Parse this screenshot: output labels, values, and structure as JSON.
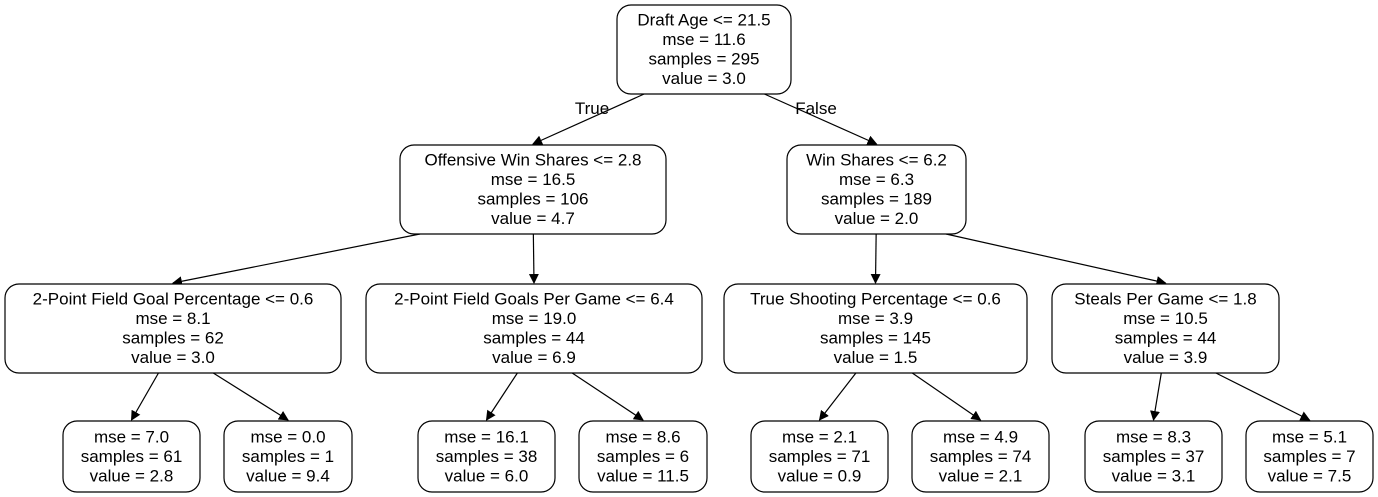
{
  "tree": {
    "nodes": [
      {
        "id": "root",
        "lines": [
          "Draft Age <= 21.5",
          "mse = 11.6",
          "samples = 295",
          "value = 3.0"
        ]
      },
      {
        "id": "n1",
        "lines": [
          "Offensive Win Shares <= 2.8",
          "mse = 16.5",
          "samples = 106",
          "value = 4.7"
        ]
      },
      {
        "id": "n2",
        "lines": [
          "Win Shares <= 6.2",
          "mse = 6.3",
          "samples = 189",
          "value = 2.0"
        ]
      },
      {
        "id": "n3",
        "lines": [
          "2-Point Field Goal Percentage <= 0.6",
          "mse = 8.1",
          "samples = 62",
          "value = 3.0"
        ]
      },
      {
        "id": "n4",
        "lines": [
          "2-Point Field Goals Per Game <= 6.4",
          "mse = 19.0",
          "samples = 44",
          "value = 6.9"
        ]
      },
      {
        "id": "n5",
        "lines": [
          "True Shooting Percentage <= 0.6",
          "mse = 3.9",
          "samples = 145",
          "value = 1.5"
        ]
      },
      {
        "id": "n6",
        "lines": [
          "Steals Per Game <= 1.8",
          "mse = 10.5",
          "samples = 44",
          "value = 3.9"
        ]
      },
      {
        "id": "l1",
        "lines": [
          "mse = 7.0",
          "samples = 61",
          "value = 2.8"
        ]
      },
      {
        "id": "l2",
        "lines": [
          "mse = 0.0",
          "samples = 1",
          "value = 9.4"
        ]
      },
      {
        "id": "l3",
        "lines": [
          "mse = 16.1",
          "samples = 38",
          "value = 6.0"
        ]
      },
      {
        "id": "l4",
        "lines": [
          "mse = 8.6",
          "samples = 6",
          "value = 11.5"
        ]
      },
      {
        "id": "l5",
        "lines": [
          "mse = 2.1",
          "samples = 71",
          "value = 0.9"
        ]
      },
      {
        "id": "l6",
        "lines": [
          "mse = 4.9",
          "samples = 74",
          "value = 2.1"
        ]
      },
      {
        "id": "l7",
        "lines": [
          "mse = 8.3",
          "samples = 37",
          "value = 3.1"
        ]
      },
      {
        "id": "l8",
        "lines": [
          "mse = 5.1",
          "samples = 7",
          "value = 7.5"
        ]
      }
    ],
    "edges": [
      {
        "from": "root",
        "to": "n1",
        "label": "True"
      },
      {
        "from": "root",
        "to": "n2",
        "label": "False"
      },
      {
        "from": "n1",
        "to": "n3",
        "label": ""
      },
      {
        "from": "n1",
        "to": "n4",
        "label": ""
      },
      {
        "from": "n2",
        "to": "n5",
        "label": ""
      },
      {
        "from": "n2",
        "to": "n6",
        "label": ""
      },
      {
        "from": "n3",
        "to": "l1",
        "label": ""
      },
      {
        "from": "n3",
        "to": "l2",
        "label": ""
      },
      {
        "from": "n4",
        "to": "l3",
        "label": ""
      },
      {
        "from": "n4",
        "to": "l4",
        "label": ""
      },
      {
        "from": "n5",
        "to": "l5",
        "label": ""
      },
      {
        "from": "n5",
        "to": "l6",
        "label": ""
      },
      {
        "from": "n6",
        "to": "l7",
        "label": ""
      },
      {
        "from": "n6",
        "to": "l8",
        "label": ""
      }
    ]
  }
}
